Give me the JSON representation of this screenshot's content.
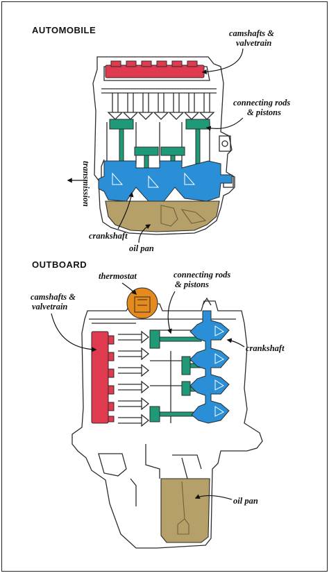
{
  "automobile": {
    "heading": "AUTOMOBILE",
    "labels": {
      "camshafts_line1": "camshafts &",
      "camshafts_line2": "valvetrain",
      "rods_line1": "connecting rods",
      "rods_line2": "& pistons",
      "transmission": "transmission",
      "crankshaft": "crankshaft",
      "oil_pan": "oil pan"
    }
  },
  "outboard": {
    "heading": "OUTBOARD",
    "labels": {
      "thermostat": "thermostat",
      "rods_line1": "connecting rods",
      "rods_line2": "& pistons",
      "camshafts_line1": "camshafts &",
      "camshafts_line2": "valvetrain",
      "crankshaft": "crankshaft",
      "oil_pan": "oil pan"
    }
  },
  "colors": {
    "camshaft": "#e03a4e",
    "piston": "#1f9a78",
    "crankshaft": "#2a8fd6",
    "oil": "#b5a06a",
    "thermostat": "#e68a1e",
    "line": "#2b2b2b"
  }
}
